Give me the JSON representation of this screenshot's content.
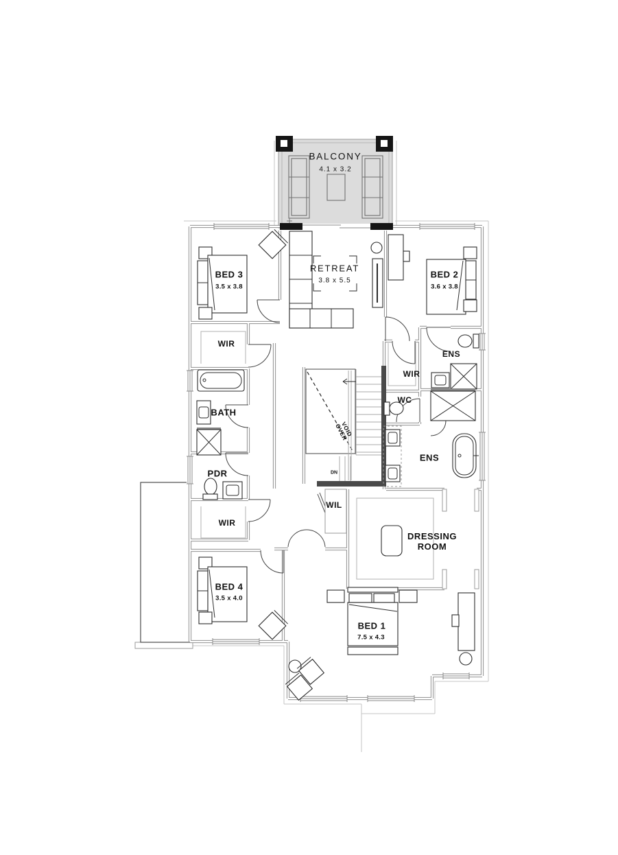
{
  "meta": {
    "drawing_type": "residential floor plan (upper level)",
    "colors": {
      "balcony_floor": "#dcdcdc",
      "wall": "#8f8f8f",
      "accent_black": "#151515",
      "line": "#2b2b2b"
    },
    "fixtures": [
      "bathtub",
      "freestanding-bath",
      "shower",
      "toilet",
      "vanity-basin",
      "double-vanity",
      "bed",
      "bedside-table",
      "wardrobe-shelving",
      "sofa",
      "coffee-table",
      "tv-unit",
      "desk",
      "chair",
      "ottoman",
      "stairs",
      "plant"
    ]
  },
  "rooms": {
    "balcony": {
      "label": "BALCONY",
      "dims": "4.1 x 3.2"
    },
    "retreat": {
      "label": "RETREAT",
      "dims": "3.8 x 5.5"
    },
    "bed3": {
      "label": "BED 3",
      "dims": "3.5 x 3.8"
    },
    "bed2": {
      "label": "BED 2",
      "dims": "3.6 x 3.8"
    },
    "bed4": {
      "label": "BED 4",
      "dims": "3.5 x 4.0"
    },
    "bed1": {
      "label": "BED 1",
      "dims": "7.5 x 4.3"
    },
    "wir_bed3": {
      "label": "WIR"
    },
    "bath": {
      "label": "BATH"
    },
    "pdr": {
      "label": "PDR"
    },
    "wir_bed4": {
      "label": "WIR"
    },
    "wir_bed2": {
      "label": "WIR"
    },
    "wc": {
      "label": "WC"
    },
    "ens_bed2": {
      "label": "ENS"
    },
    "ens_master": {
      "label": "ENS"
    },
    "wil": {
      "label": "WIL"
    },
    "dressing": {
      "label_line1": "DRESSING",
      "label_line2": "ROOM"
    }
  },
  "annotations": {
    "void_line1": "VOID",
    "void_line2": "OVER",
    "down": "DN"
  }
}
